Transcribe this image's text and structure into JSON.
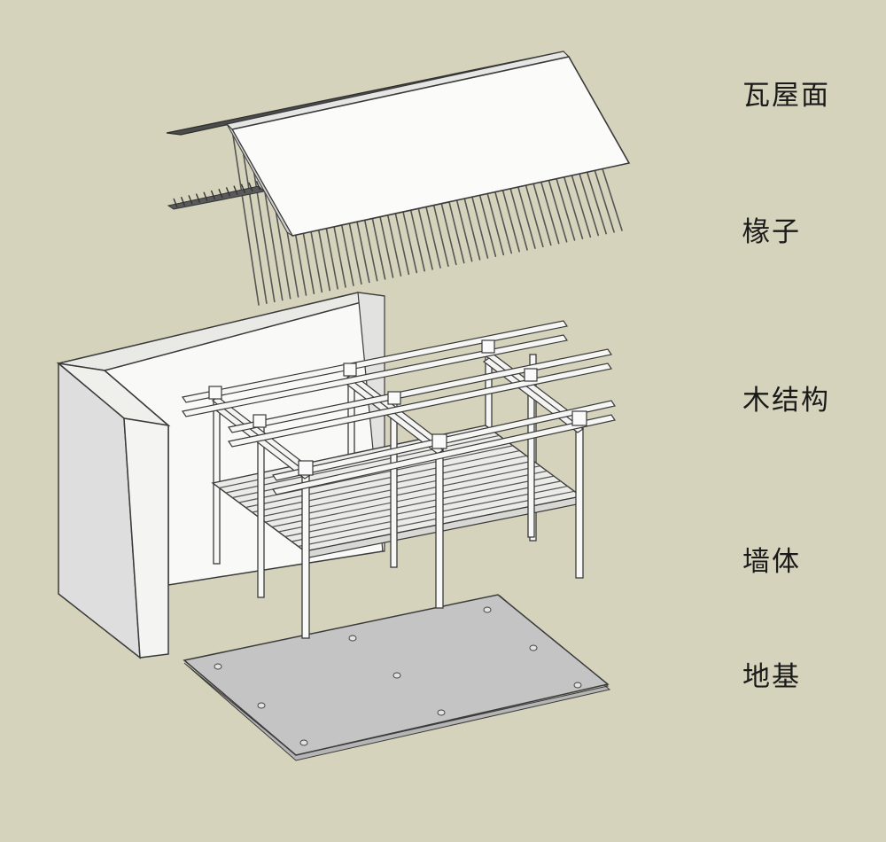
{
  "diagram": {
    "type": "exploded-axonometric",
    "colors": {
      "background": "#d6d3bd",
      "stroke": "#3a3a3a",
      "surface": "#f7f7f5",
      "roof_underside": "#4b4b4b",
      "wall_side": "#dedede",
      "foundation": "#c4c4c4",
      "label": "#1a1a1a"
    },
    "layers": [
      {
        "id": "roof",
        "label": "瓦屋面",
        "icon": "tile-roof-icon"
      },
      {
        "id": "rafters",
        "label": "椽子",
        "icon": "rafters-icon"
      },
      {
        "id": "timber-frame",
        "label": "木结构",
        "icon": "timber-frame-icon"
      },
      {
        "id": "wall",
        "label": "墙体",
        "icon": "wall-icon"
      },
      {
        "id": "foundation",
        "label": "地基",
        "icon": "foundation-icon"
      }
    ]
  }
}
